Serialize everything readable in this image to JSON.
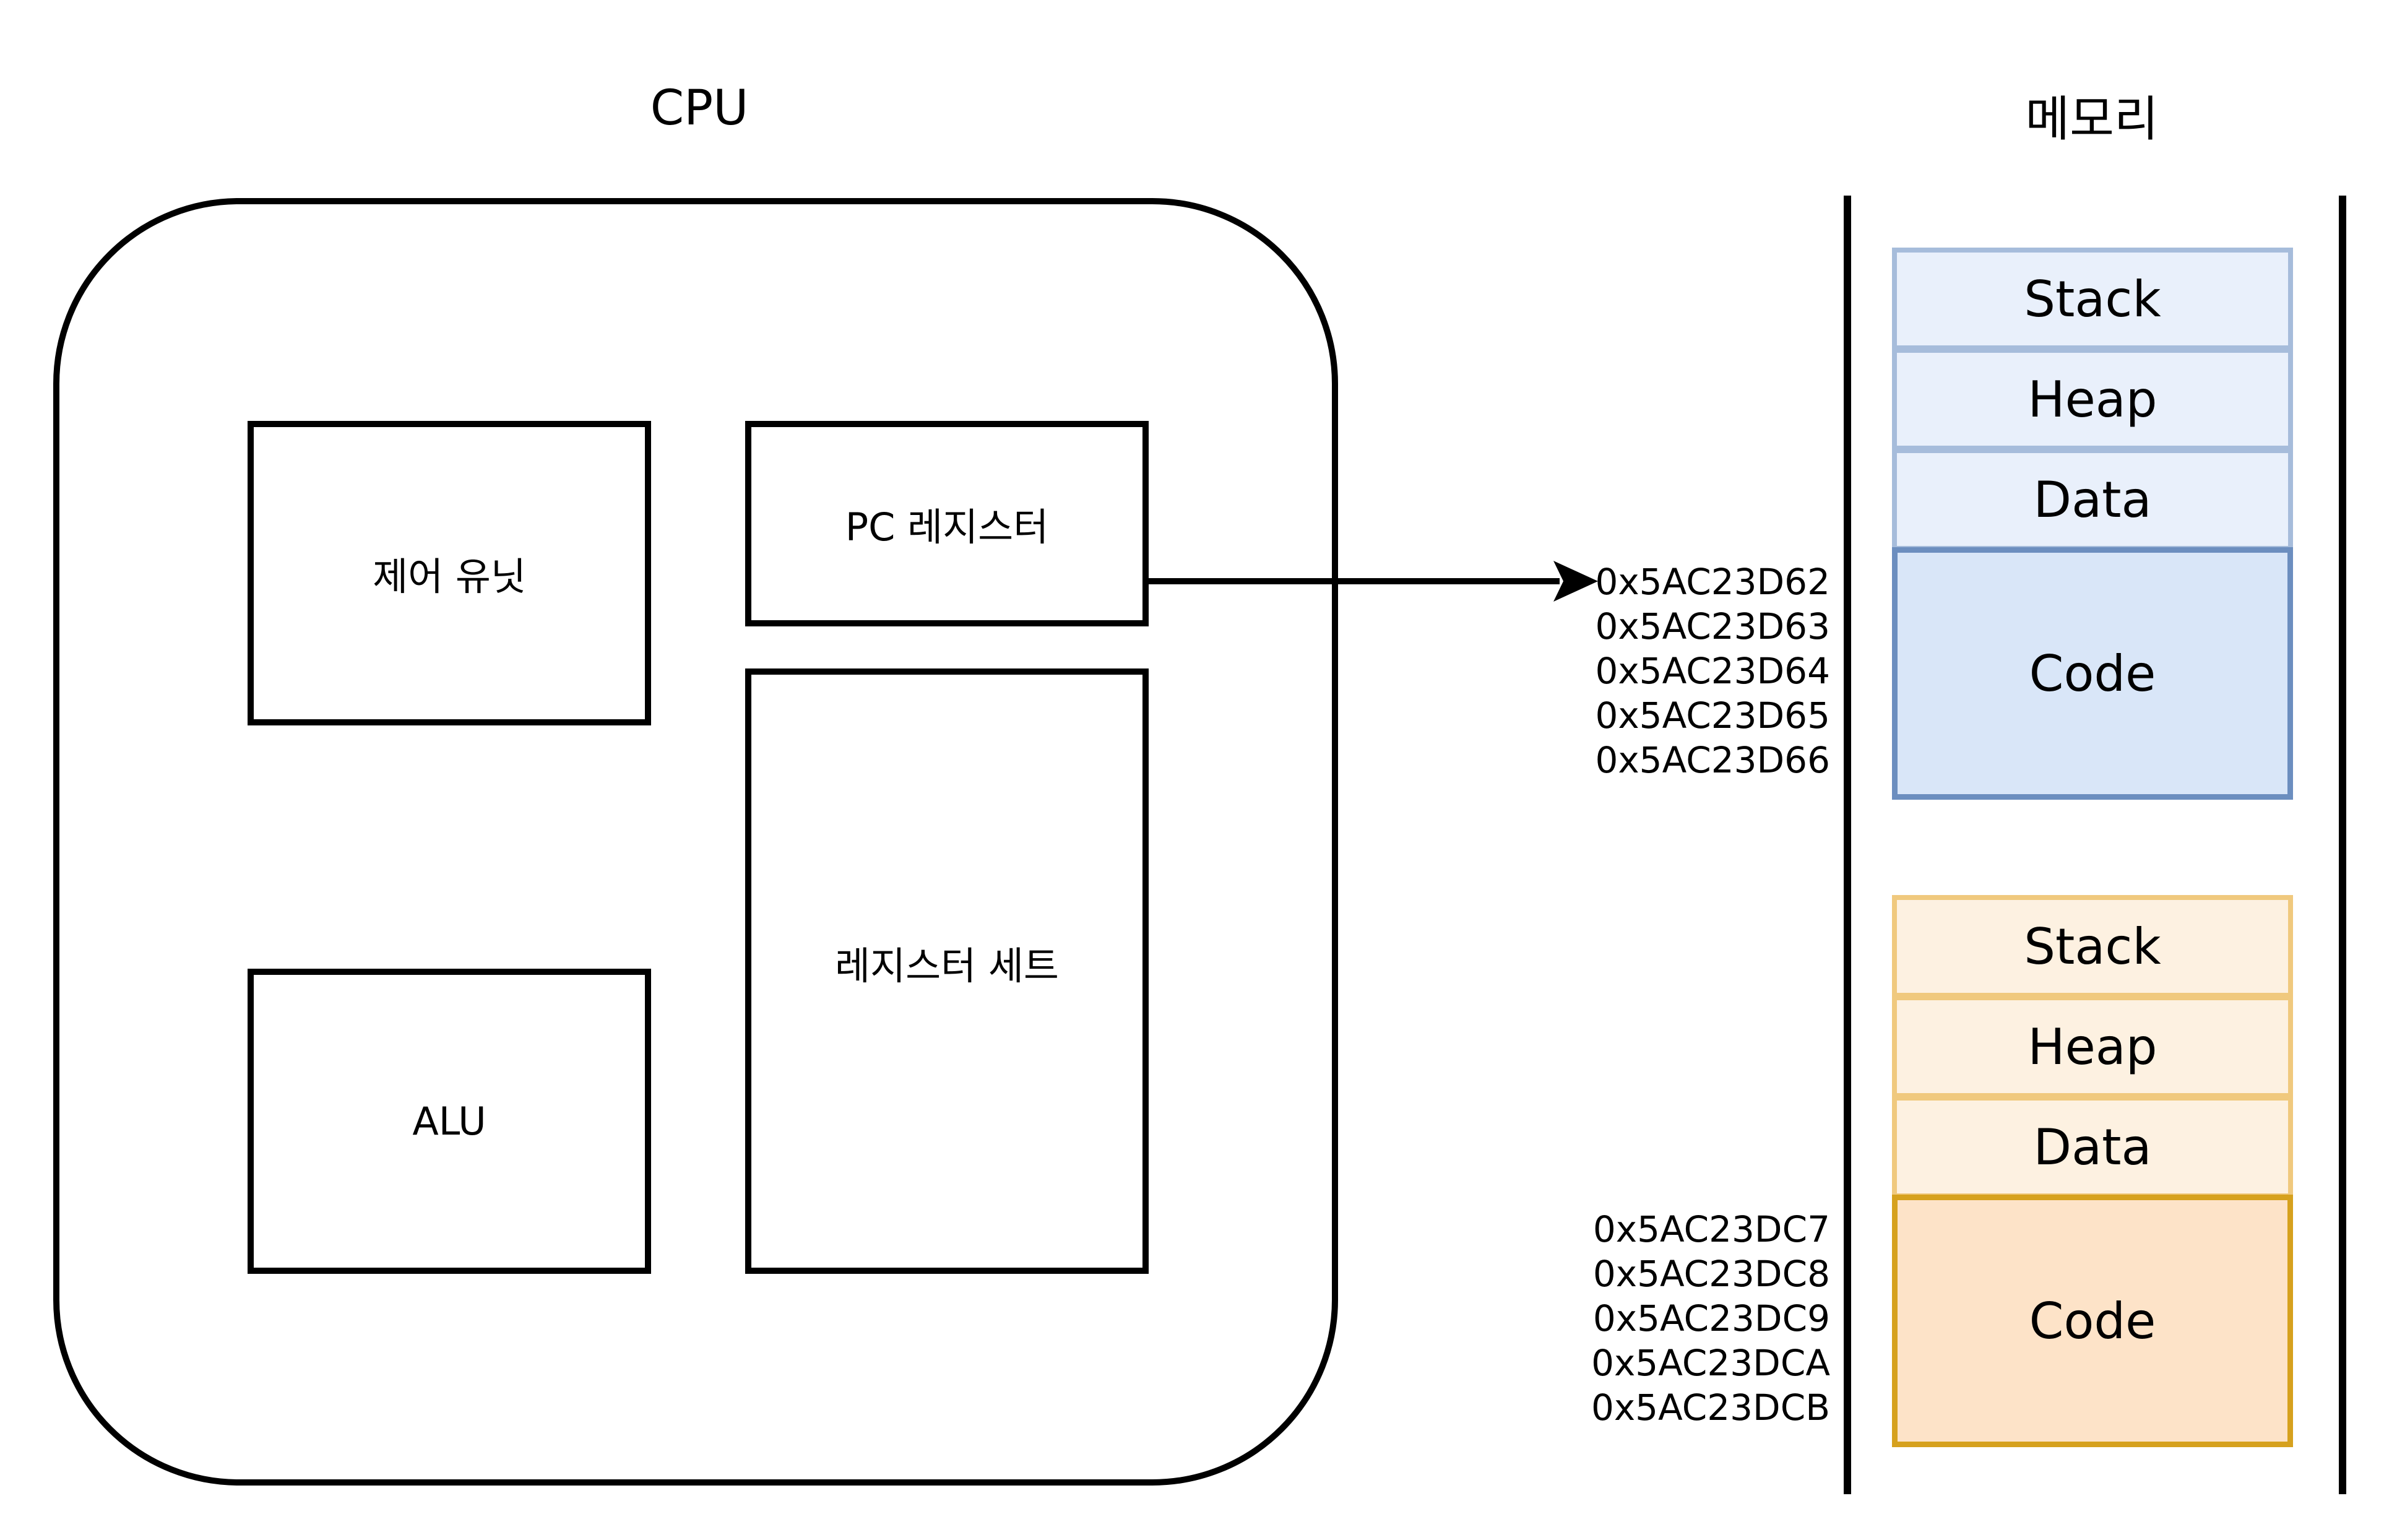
{
  "cpu": {
    "title": "CPU",
    "control_unit": "제어 유닛",
    "pc_register": "PC 레지스터",
    "register_set": "레지스터 세트",
    "alu": "ALU"
  },
  "memory": {
    "title": "메모리",
    "process_a": {
      "segments": [
        "Stack",
        "Heap",
        "Data",
        "Code"
      ],
      "addresses": [
        "0x5AC23D62",
        "0x5AC23D63",
        "0x5AC23D64",
        "0x5AC23D65",
        "0x5AC23D66"
      ]
    },
    "process_b": {
      "segments": [
        "Stack",
        "Heap",
        "Data",
        "Code"
      ],
      "addresses": [
        "0x5AC23DC7",
        "0x5AC23DC8",
        "0x5AC23DC9",
        "0x5AC23DCA",
        "0x5AC23DCB"
      ]
    }
  },
  "colors": {
    "process_a_fill": "#dae8fc",
    "process_a_stroke": "#6c8ebf",
    "process_b_fill": "#ffe6cc",
    "process_b_stroke": "#d79b00"
  }
}
